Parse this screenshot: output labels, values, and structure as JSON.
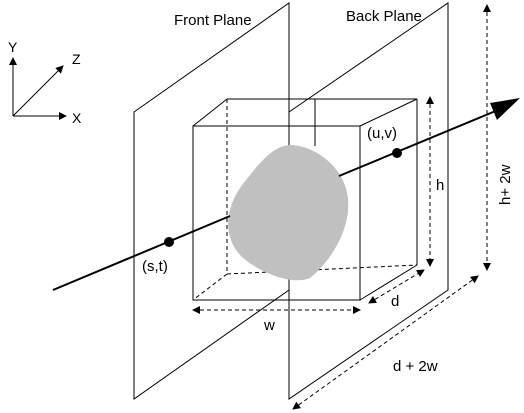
{
  "labels": {
    "front_plane": "Front Plane",
    "back_plane": "Back Plane",
    "axis_x": "X",
    "axis_y": "Y",
    "axis_z": "Z",
    "point_uv": "(u,v)",
    "point_st": "(s,t)",
    "height": "h",
    "width": "w",
    "depth": "d",
    "extended_height": "h+ 2w",
    "extended_depth": "d + 2w"
  },
  "colors": {
    "line": "#000000",
    "object_fill": "#c0c0c0",
    "background": "#ffffff"
  }
}
